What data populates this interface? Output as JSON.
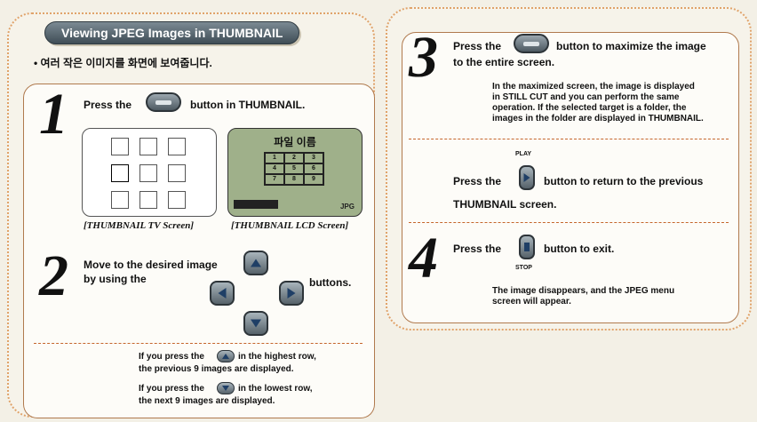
{
  "left": {
    "title": "Viewing JPEG Images in THUMBNAIL",
    "subtitle": "• 여러 작은 이미지를 화면에 보여줍니다.",
    "step1": {
      "number": "1",
      "text_before": "Press the",
      "text_after": "button in THUMBNAIL.",
      "tv_caption": "[THUMBNAIL TV Screen]",
      "lcd_caption": "[THUMBNAIL LCD Screen]",
      "lcd_title": "파일 이름",
      "lcd_grid": [
        "1",
        "2",
        "3",
        "4",
        "5",
        "6",
        "7",
        "8",
        "9"
      ],
      "lcd_tag": "JPG"
    },
    "step2": {
      "number": "2",
      "line1": "Move to the desired image",
      "line2": "by using the",
      "buttons": "buttons.",
      "note1_a": "If you press the",
      "note1_b": "in the highest row,",
      "note1_c": "the previous 9 images are displayed.",
      "note2_a": "If you press the",
      "note2_b": "in the lowest row,",
      "note2_c": "the next 9 images are displayed."
    }
  },
  "right": {
    "step3": {
      "number": "3",
      "text_before": "Press the",
      "text_after": "button to maximize the image",
      "line2": "to the entire screen.",
      "desc1": "In the maximized screen, the image is displayed",
      "desc2": "in STILL CUT and you can perform the same",
      "desc3": "operation. If the selected target is a folder, the",
      "desc4": "images in the folder are displayed in THUMBNAIL.",
      "play_label": "PLAY",
      "press": "Press the",
      "return_text": "button to return to the previous",
      "return_line2": "THUMBNAIL screen."
    },
    "step4": {
      "number": "4",
      "press": "Press the",
      "exit_text": "button to exit.",
      "stop_label": "STOP",
      "desc1": "The image disappears, and the JPEG menu",
      "desc2": "screen will appear."
    }
  }
}
